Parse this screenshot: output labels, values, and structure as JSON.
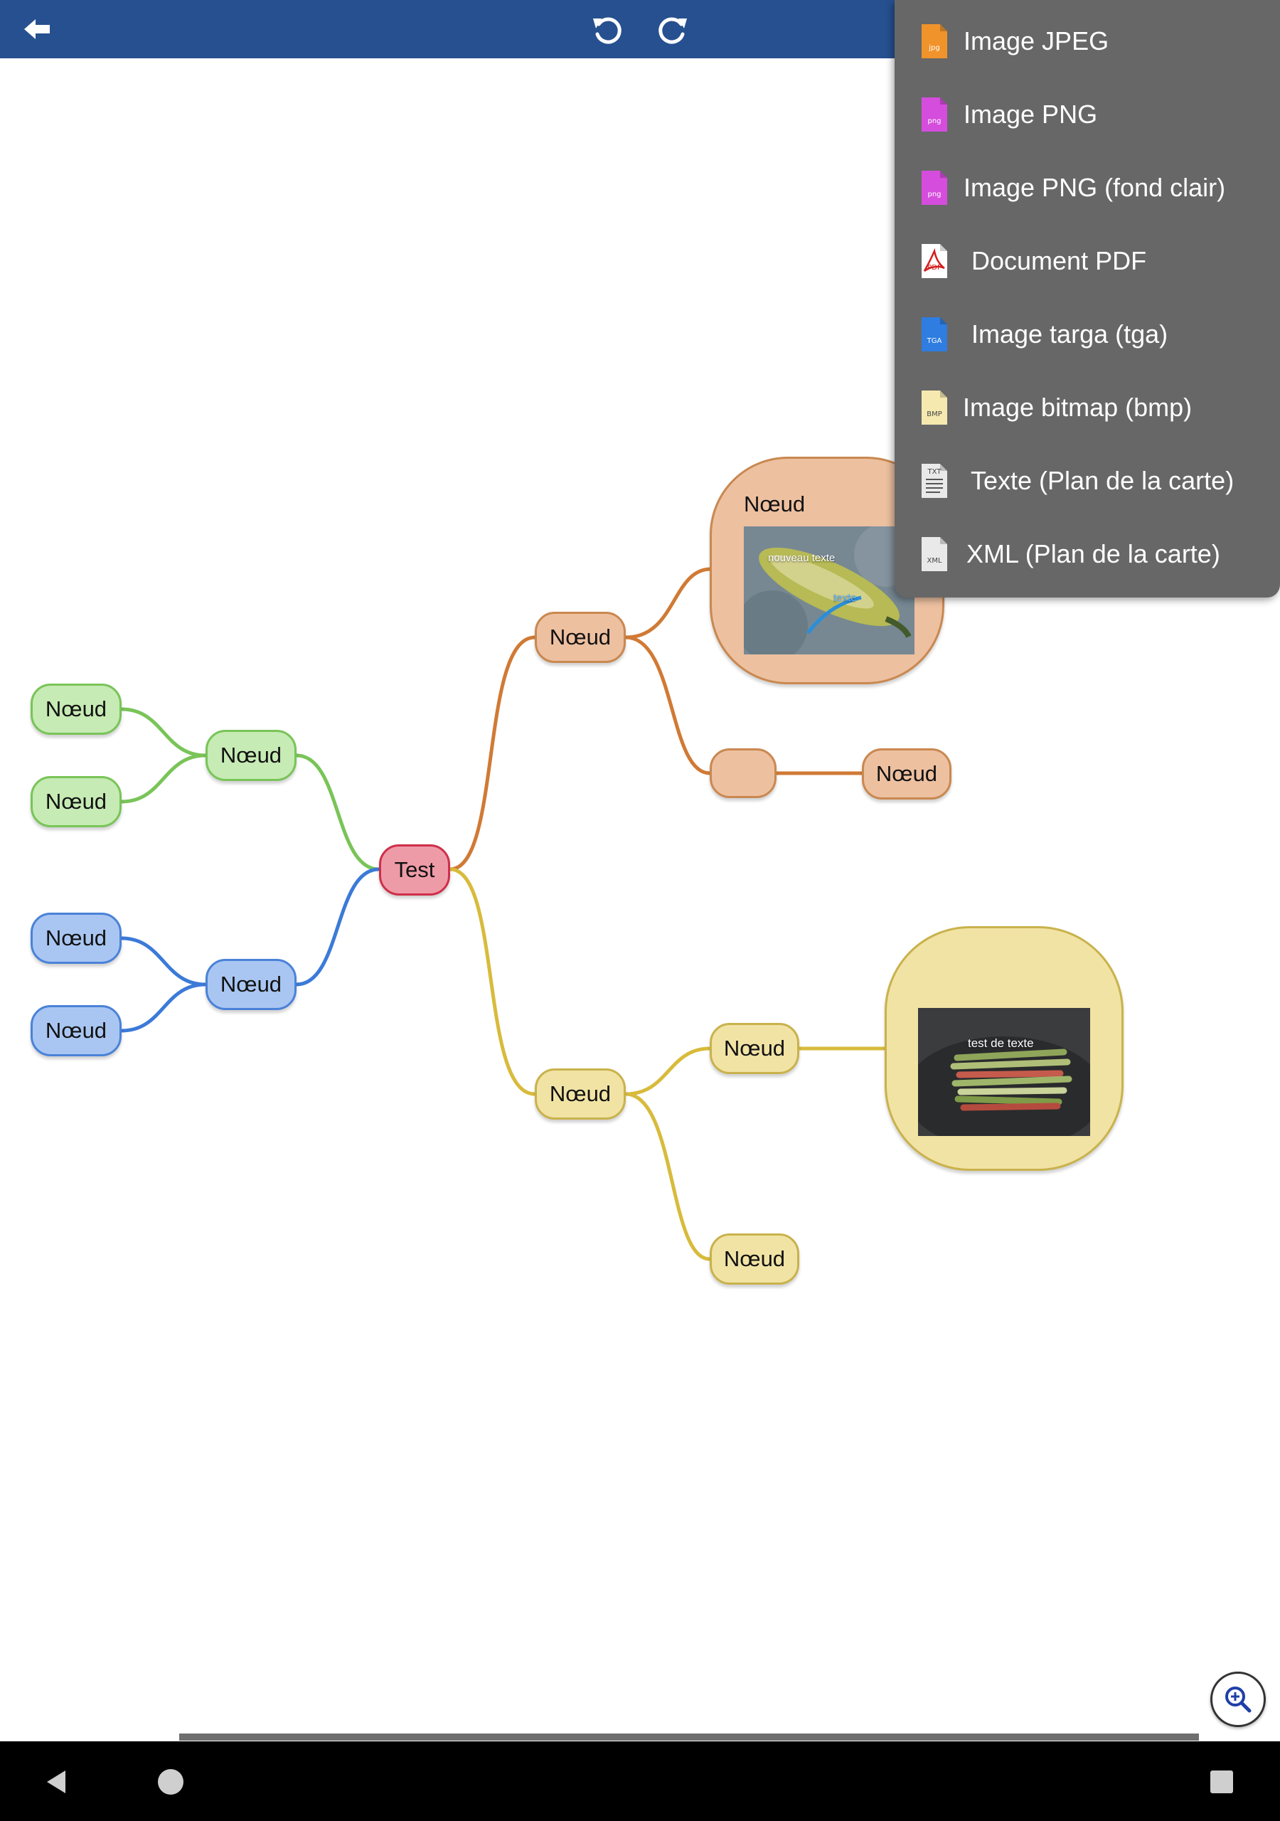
{
  "toolbar": {
    "back_icon": "back-arrow-icon",
    "undo_icon": "undo-icon",
    "redo_icon": "redo-icon",
    "color": "#26508f"
  },
  "export_menu": {
    "items": [
      {
        "label": "Image JPEG",
        "icon": "jpg-file-icon",
        "badge": "jpg"
      },
      {
        "label": "Image PNG",
        "icon": "png-file-icon",
        "badge": "png"
      },
      {
        "label": "Image PNG (fond clair)",
        "icon": "png-file-icon",
        "badge": "png"
      },
      {
        "label": "Document PDF",
        "icon": "pdf-file-icon",
        "badge": "PDF"
      },
      {
        "label": "Image targa (tga)",
        "icon": "tga-file-icon",
        "badge": "TGA"
      },
      {
        "label": "Image bitmap (bmp)",
        "icon": "bmp-file-icon",
        "badge": "BMP"
      },
      {
        "label": "Texte (Plan de la carte)",
        "icon": "txt-file-icon",
        "badge": "TXT"
      },
      {
        "label": "XML (Plan de la carte)",
        "icon": "xml-file-icon",
        "badge": "XML"
      }
    ]
  },
  "mindmap": {
    "root": {
      "label": "Test"
    },
    "nodes": {
      "orange_branch": "Nœud",
      "orange_big": "Nœud",
      "orange_right": "Nœud",
      "green_branch": "Nœud",
      "green_leaf_1": "Nœud",
      "green_leaf_2": "Nœud",
      "blue_branch": "Nœud",
      "blue_leaf_1": "Nœud",
      "blue_leaf_2": "Nœud",
      "yellow_branch": "Nœud",
      "yellow_child_1": "Nœud",
      "yellow_child_2": "Nœud"
    },
    "image_captions": {
      "zucchini_1": "nouveau texte",
      "zucchini_2": "texte",
      "rhubarb": "test de texte"
    },
    "colors": {
      "orange": "#d07a35",
      "green": "#79c458",
      "blue": "#3b7ad8",
      "yellow": "#d8bb3c",
      "root": "#cf2f48"
    }
  },
  "zoom_button": {
    "icon": "zoom-in-icon"
  },
  "system_nav": {
    "back_icon": "nav-back-icon",
    "home_icon": "nav-home-icon",
    "recents_icon": "nav-recents-icon"
  }
}
